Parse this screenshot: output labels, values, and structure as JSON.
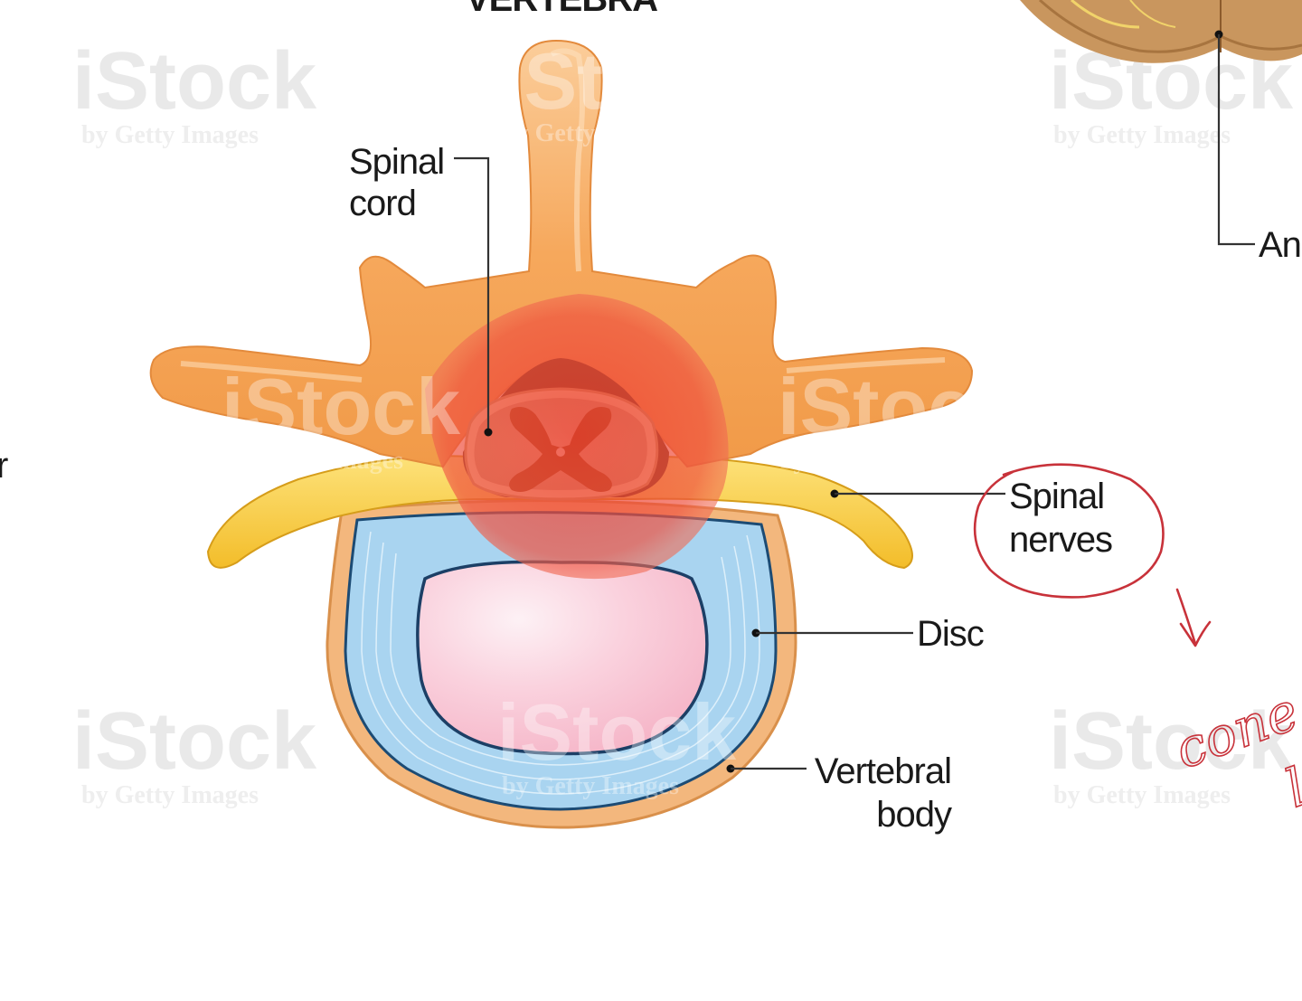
{
  "header": {
    "title_fragment": "VERTEBRA"
  },
  "labels": {
    "spinal_cord_line1": "Spinal",
    "spinal_cord_line2": "cord",
    "spinal_nerves_line1": "Spinal",
    "spinal_nerves_line2": "nerves",
    "disc": "Disc",
    "vertebral_body_line1": "Vertebral",
    "vertebral_body_line2": "body",
    "anterior_fragment": "An",
    "left_edge_fragment": "r"
  },
  "watermark": {
    "brand": "iStock",
    "tagline": "by Getty Images"
  },
  "annotation": {
    "handwriting_line1": "cone o",
    "handwriting_line2": "la"
  },
  "colors": {
    "bone": "#f6a458",
    "bone_light": "#fbc892",
    "nerve": "#f6c93a",
    "disc_outer": "#a9d4f0",
    "disc_inner": "#f9c8d6",
    "body_rim": "#f3b77d",
    "cord_gray": "#8b4a1e",
    "highlight": "#ee4a3a",
    "ink": "#c8323a"
  }
}
